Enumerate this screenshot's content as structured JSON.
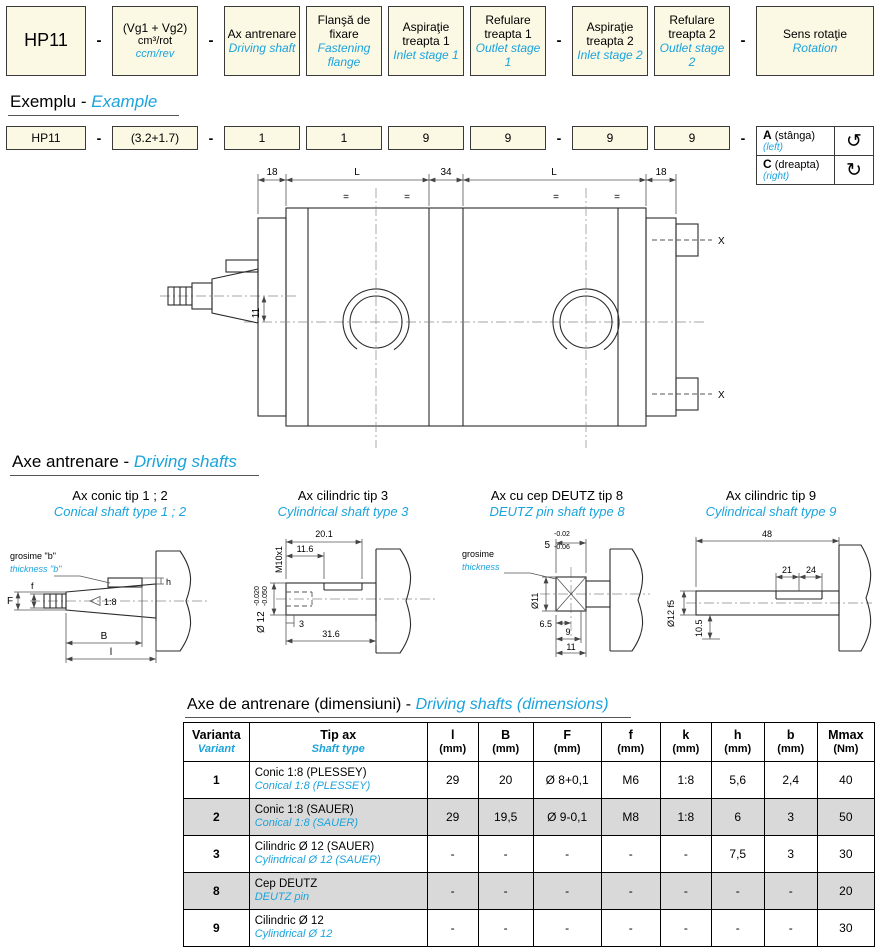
{
  "colors": {
    "accent": "#1BA3DC",
    "box_bg": "#FBF8E4",
    "row_alt": "#D9D9D9"
  },
  "codes": {
    "model": "HP11",
    "dash": "-",
    "vg": {
      "l1": "(Vg1 + Vg2)",
      "l2": "cm³/rot",
      "l3": "ccm/rev"
    },
    "boxes": [
      {
        "ro": "Ax antrenare",
        "en": "Driving shaft"
      },
      {
        "ro": "Flanşă de fixare",
        "en": "Fastening flange"
      },
      {
        "ro": "Aspiraţie treapta 1",
        "en": "Inlet stage 1"
      },
      {
        "ro": "Refulare treapta 1",
        "en": "Outlet stage 1"
      },
      {
        "ro": "Aspiraţie treapta 2",
        "en": "Inlet stage 2"
      },
      {
        "ro": "Refulare treapta 2",
        "en": "Outlet stage 2"
      },
      {
        "ro": "Sens rotaţie",
        "en": "Rotation"
      }
    ]
  },
  "example": {
    "heading_ro": "Exemplu - ",
    "heading_en": "Example",
    "model": "HP11",
    "vg": "(3.2+1.7)",
    "values": [
      "1",
      "1",
      "9",
      "9",
      "9",
      "9"
    ],
    "rotations": [
      {
        "code": "A",
        "ro": "(stânga)",
        "en": "(left)",
        "glyph": "↺"
      },
      {
        "code": "C",
        "ro": "(dreapta)",
        "en": "(right)",
        "glyph": "↻"
      }
    ]
  },
  "pump": {
    "d18a": "18",
    "dL1": "L",
    "d34": "34",
    "dL2": "L",
    "d18b": "18",
    "eq1": "=",
    "eq2": "=",
    "eq3": "=",
    "eq4": "=",
    "d11": "11",
    "x1": "X",
    "x2": "X"
  },
  "shafts": {
    "heading_ro": "Axe antrenare - ",
    "heading_en": "Driving shafts",
    "s1": {
      "title_ro": "Ax conic tip 1 ; 2",
      "title_en": "Conical shaft type 1 ; 2",
      "grosime": "grosime \"b\"",
      "thickness": "thickness \"b\"",
      "taper": "1:8",
      "dim_F": "F",
      "dim_f": "f",
      "dim_B": "B",
      "dim_l": "l",
      "dim_h": "h"
    },
    "s2": {
      "title_ro": "Ax cilindric tip 3",
      "title_en": "Cylindrical shaft type 3",
      "d1": "20.1",
      "d2": "11.6",
      "thread": "M10x1",
      "dia": "Ø 12",
      "tol_top": "-0.020",
      "tol_bot": "-0.050",
      "d3": "3",
      "d4": "31.6"
    },
    "s3": {
      "title_ro": "Ax cu cep DEUTZ tip 8",
      "title_en": "DEUTZ pin shaft type 8",
      "grosime": "grosime",
      "thickness": "thickness",
      "tol_top": "-0.02",
      "d1": "5",
      "tol_bot": "-0.06",
      "dia": "Ø11",
      "d2": "6.5",
      "d3": "9",
      "d4": "11"
    },
    "s4": {
      "title_ro": "Ax cilindric tip 9",
      "title_en": "Cylindrical shaft type 9",
      "d1": "48",
      "d2": "21",
      "d3": "24",
      "dia": "Ø12 f5",
      "d4": "10.5"
    }
  },
  "table": {
    "heading_ro": "Axe de antrenare (dimensiuni) - ",
    "heading_en": "Driving shafts (dimensions)",
    "headers": [
      {
        "l1": "Varianta",
        "l2": "Variant"
      },
      {
        "l1": "Tip ax",
        "l2": "Shaft type"
      },
      {
        "l1": "l",
        "l2": "(mm)"
      },
      {
        "l1": "B",
        "l2": "(mm)"
      },
      {
        "l1": "F",
        "l2": "(mm)"
      },
      {
        "l1": "f",
        "l2": "(mm)"
      },
      {
        "l1": "k",
        "l2": "(mm)"
      },
      {
        "l1": "h",
        "l2": "(mm)"
      },
      {
        "l1": "b",
        "l2": "(mm)"
      },
      {
        "l1": "Mmax",
        "l2": "(Nm)"
      }
    ],
    "rows": [
      {
        "variant": "1",
        "type_ro": "Conic 1:8 (PLESSEY)",
        "type_en": "Conical 1:8 (PLESSEY)",
        "l": "29",
        "B": "20",
        "F": "Ø 8+0,1",
        "f": "M6",
        "k": "1:8",
        "h": "5,6",
        "b": "2,4",
        "m": "40"
      },
      {
        "variant": "2",
        "type_ro": "Conic 1:8 (SAUER)",
        "type_en": "Conical 1:8 (SAUER)",
        "l": "29",
        "B": "19,5",
        "F": "Ø 9-0,1",
        "f": "M8",
        "k": "1:8",
        "h": "6",
        "b": "3",
        "m": "50"
      },
      {
        "variant": "3",
        "type_ro": "Cilindric Ø 12 (SAUER)",
        "type_en": "Cylindrical Ø 12 (SAUER)",
        "l": "-",
        "B": "-",
        "F": "-",
        "f": "-",
        "k": "-",
        "h": "7,5",
        "b": "3",
        "m": "30"
      },
      {
        "variant": "8",
        "type_ro": "Cep DEUTZ",
        "type_en": "DEUTZ pin",
        "l": "-",
        "B": "-",
        "F": "-",
        "f": "-",
        "k": "-",
        "h": "-",
        "b": "-",
        "m": "20"
      },
      {
        "variant": "9",
        "type_ro": "Cilindric Ø 12",
        "type_en": "Cylindrical Ø 12",
        "l": "-",
        "B": "-",
        "F": "-",
        "f": "-",
        "k": "-",
        "h": "-",
        "b": "-",
        "m": "30"
      }
    ]
  }
}
